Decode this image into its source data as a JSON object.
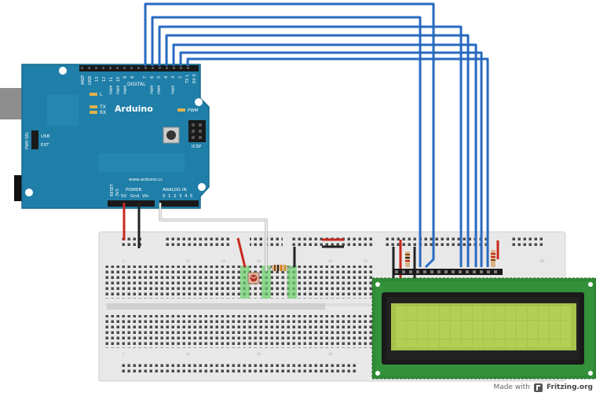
{
  "arduino": {
    "brand": "Arduino",
    "website": "www.arduino.cc",
    "digital_label": "DIGITAL",
    "digital_top_labels": [
      "AREF",
      "GND",
      "13",
      "12",
      "11",
      "10",
      "9",
      "8",
      "7",
      "6",
      "5",
      "4",
      "3",
      "2",
      "TX 1",
      "RX 0"
    ],
    "pwm_label": "PWM",
    "led_l": "L",
    "led_tx": "TX",
    "led_rx": "RX",
    "usb_label": "USB",
    "ext_label": "EXT",
    "pwr_sel_label": "PWR SEL",
    "icsp_label": "ICSP",
    "power_label": "POWER",
    "power_pins": [
      "RESET",
      "3V3",
      "5V",
      "Gnd",
      "Vin"
    ],
    "analog_label": "ANALOG IN",
    "analog_pins": [
      "0",
      "1",
      "2",
      "3",
      "4",
      "5"
    ]
  },
  "colors": {
    "arduino_board": "#1e7fa8",
    "wire_blue": "#2a6fc9",
    "wire_red": "#c8281e",
    "wire_black": "#222222",
    "breadboard": "#e9e9e9",
    "lcd_pcb": "#2f8a35",
    "lcd_screen": "#a8c34a"
  },
  "footer": {
    "made_with": "Made with",
    "brand": "Fritzing.org"
  }
}
